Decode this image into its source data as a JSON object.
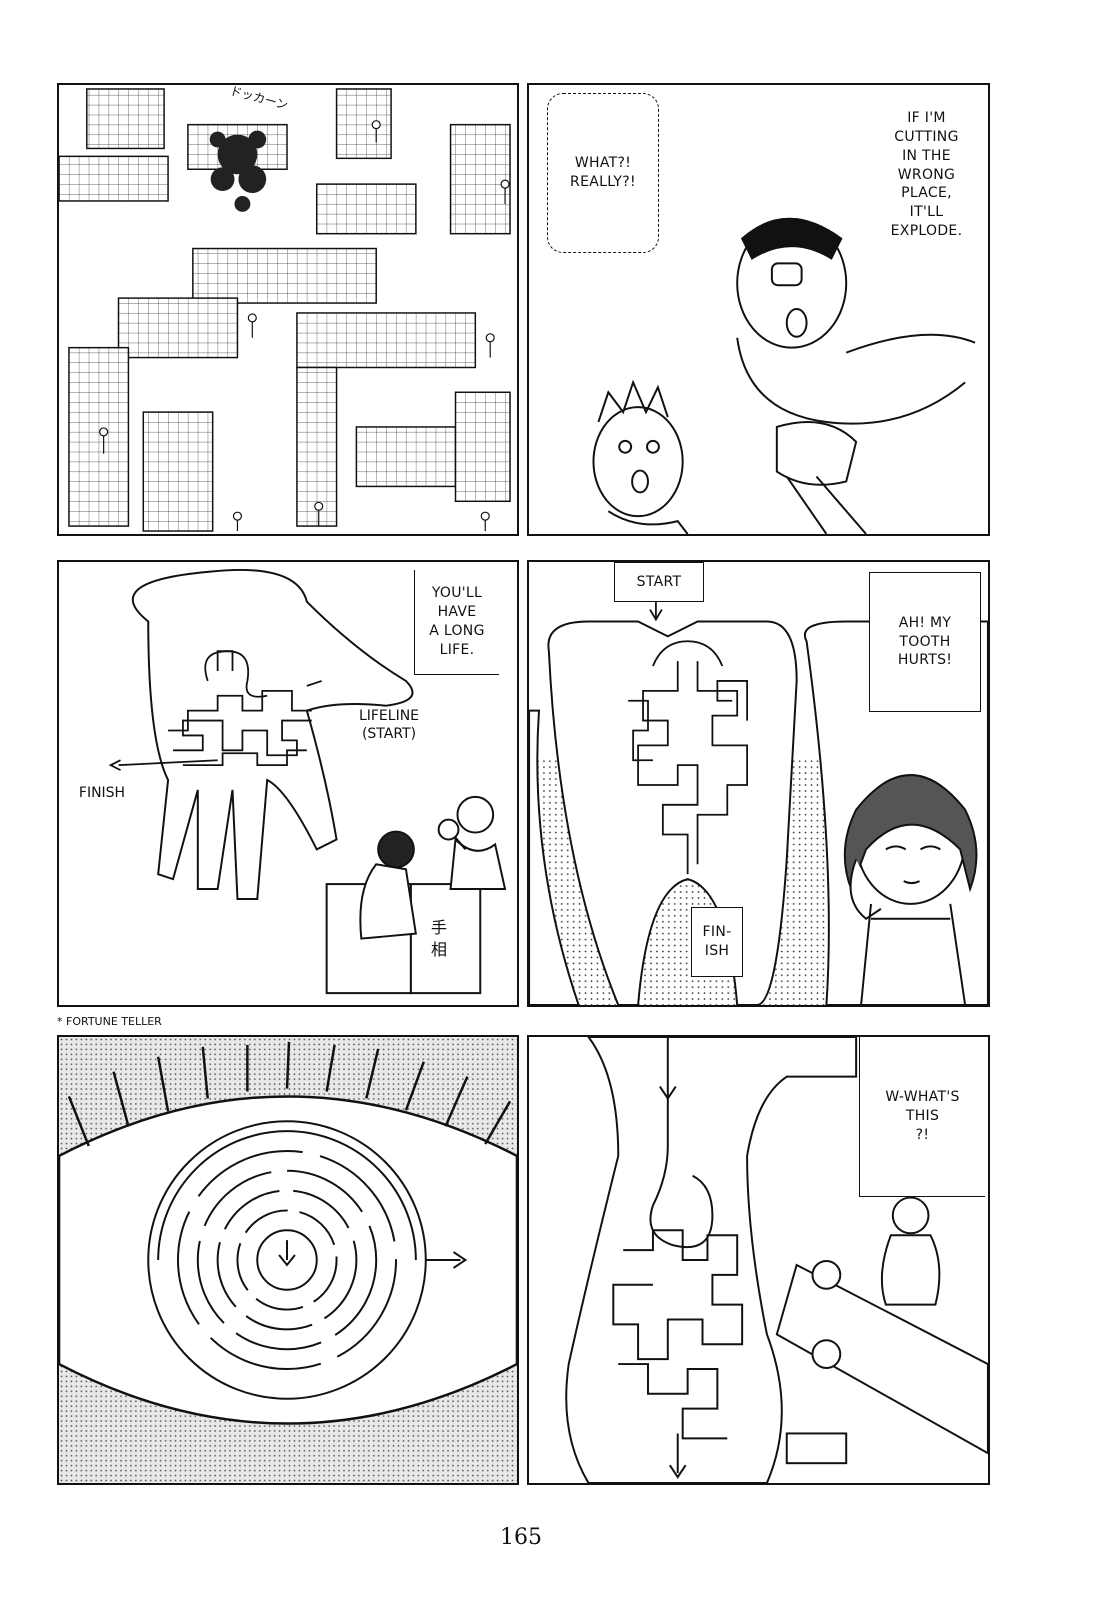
{
  "panel1": {
    "sfx": "ドッカーン"
  },
  "panel2": {
    "bubble_left": "WHAT?!\nREALLY?!",
    "bubble_right": "IF I'M\nCUTTING\nIN THE\nWRONG PLACE,\nIT'LL EXPLODE."
  },
  "panel3": {
    "bubble": "YOU'LL\nHAVE\nA LONG\nLIFE.",
    "label_start": "LIFELINE\n(START)",
    "label_finish": "FINISH",
    "sign": "手\n相"
  },
  "panel4": {
    "label_start": "START",
    "bubble": "AH! MY\nTOOTH\nHURTS!",
    "label_finish": "FIN-\nISH"
  },
  "footnote": "* FORTUNE TELLER",
  "panel6": {
    "bubble": "W-WHAT'S\nTHIS\n?!"
  },
  "page_number": "165"
}
